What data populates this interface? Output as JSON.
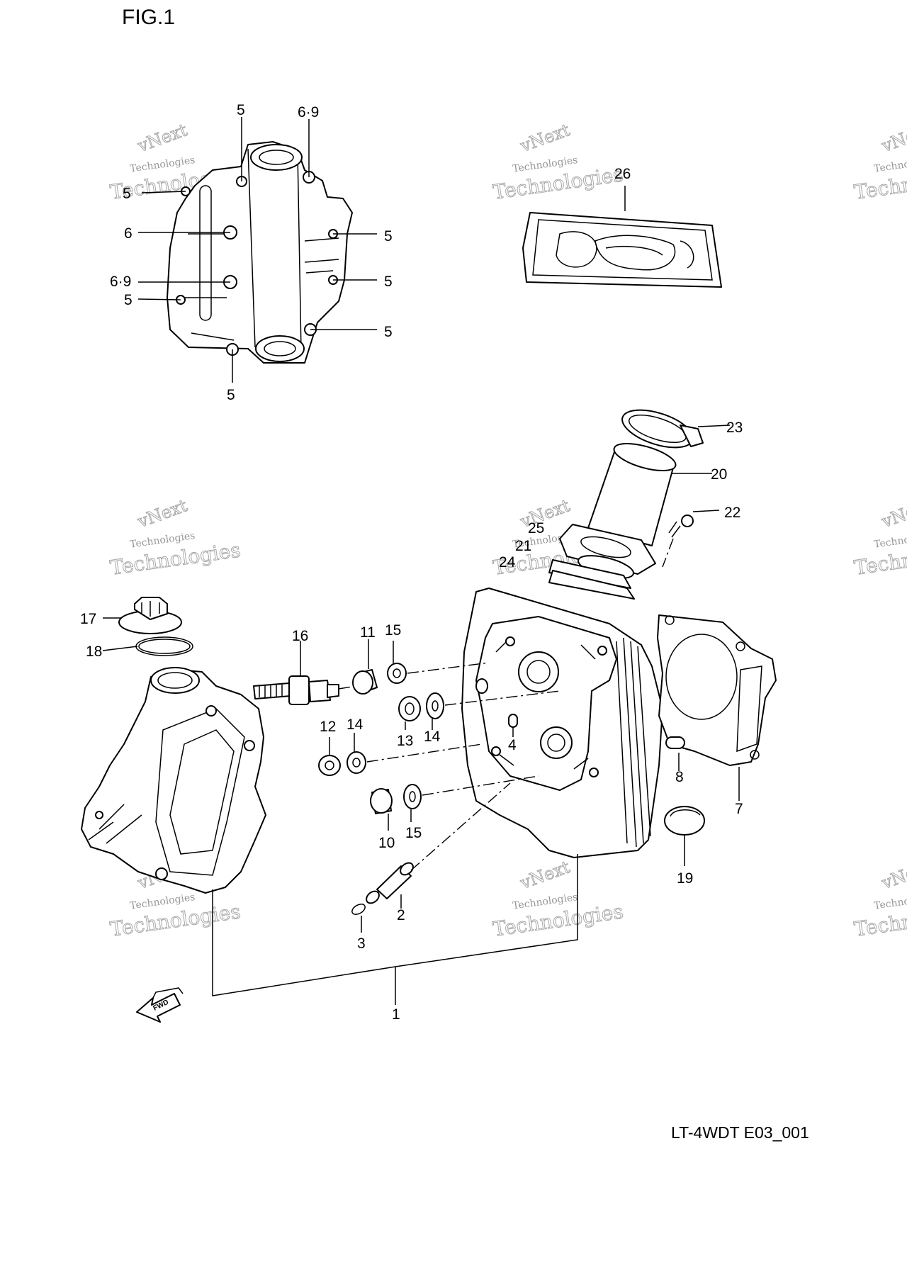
{
  "figure": {
    "title": "FIG.1",
    "code": "LT-4WDT E03_001",
    "fwd_label": "FWD"
  },
  "watermark": {
    "line1": "vNext",
    "line2": "Technologies",
    "line3": "Technologies"
  },
  "callouts": {
    "c1": "1",
    "c2": "2",
    "c3": "3",
    "c4": "4",
    "c5a": "5",
    "c5b": "5",
    "c5c": "5",
    "c5d": "5",
    "c5e": "5",
    "c5f": "5",
    "c5g": "5",
    "c6": "6",
    "c69a": "6·9",
    "c69b": "6·9",
    "c7": "7",
    "c8": "8",
    "c10": "10",
    "c11": "11",
    "c12": "12",
    "c13": "13",
    "c14a": "14",
    "c14b": "14",
    "c15a": "15",
    "c15b": "15",
    "c16": "16",
    "c17": "17",
    "c18": "18",
    "c19": "19",
    "c20": "20",
    "c21": "21",
    "c22": "22",
    "c23": "23",
    "c24": "24",
    "c25": "25",
    "c26": "26"
  }
}
